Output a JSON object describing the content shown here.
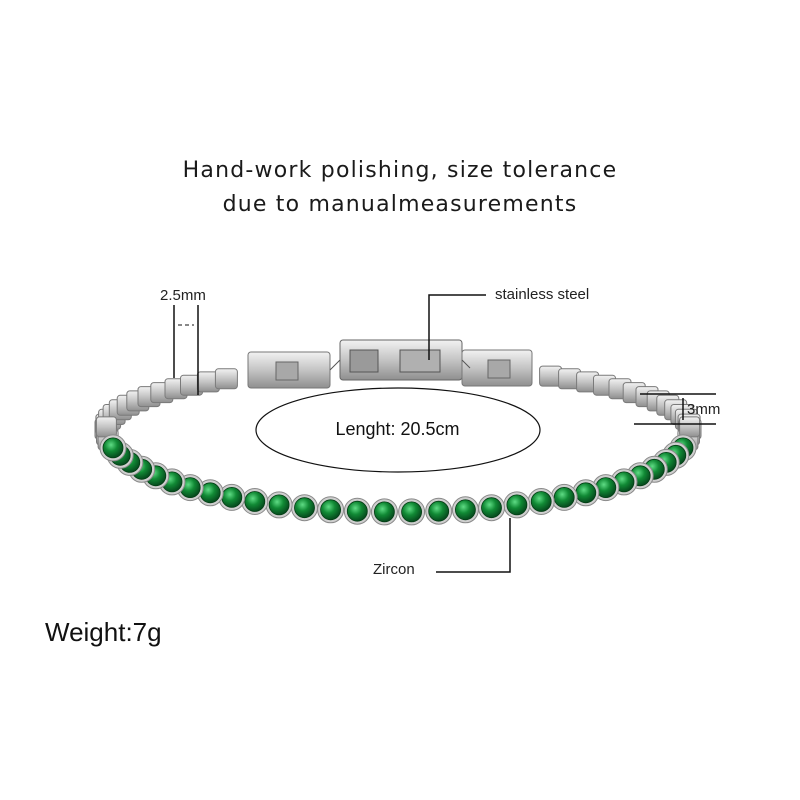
{
  "headline": {
    "line1": "Hand-work polishing, size tolerance",
    "line2": "due to manualmeasurements"
  },
  "annotations": {
    "width": "2.5mm",
    "material": "stainless steel",
    "height": "3mm",
    "length": "Lenght: 20.5cm",
    "stone": "Zircon"
  },
  "weight": "Weight:7g",
  "colors": {
    "stone": "#0f7a2e",
    "stone_dark": "#064d1a",
    "metal": "#c9c9c9",
    "metal_dark": "#8a8a8a",
    "line": "#111111"
  },
  "product": {
    "name": "tennis-bracelet",
    "clasp": "box-clasp"
  }
}
